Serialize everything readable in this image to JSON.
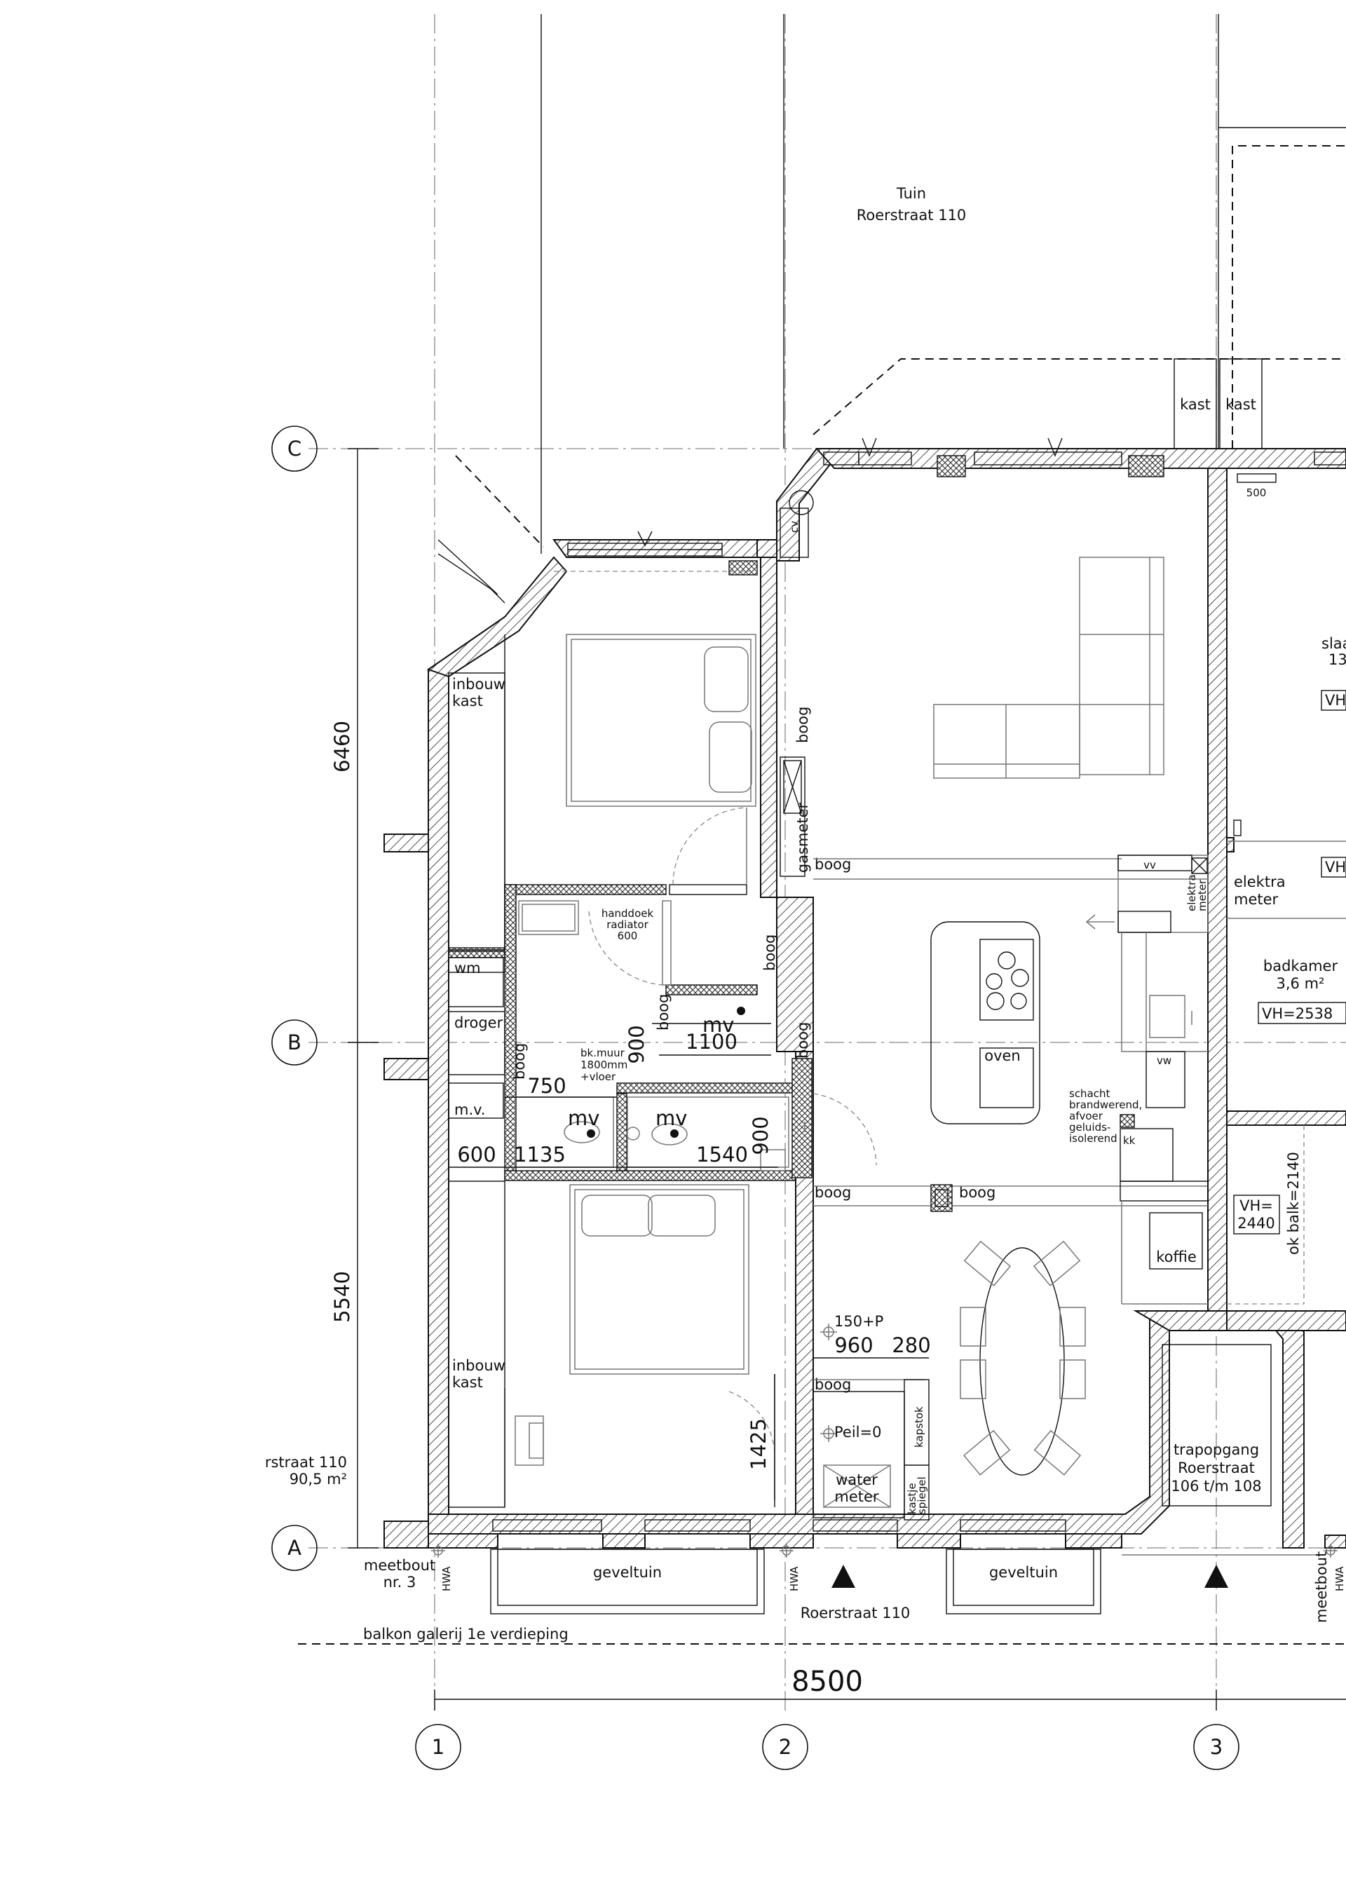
{
  "grid": {
    "rows": [
      "C",
      "B",
      "A"
    ],
    "cols": [
      "1",
      "2",
      "3"
    ]
  },
  "dims": {
    "overall": "8500",
    "upper": "6460",
    "lower": "5540",
    "d900a": "900",
    "d1100": "1100",
    "d750": "750",
    "d600": "600",
    "d1135": "1135",
    "d1540": "1540",
    "d900b": "900",
    "d960": "960",
    "d280": "280",
    "d1425": "1425",
    "d500": "500"
  },
  "labels": {
    "tuin_1": "Tuin",
    "tuin_2": "Roerstraat  110",
    "kast_1": "kast",
    "kast_2": "kast",
    "inbouwkast_top_1": "inbouw",
    "inbouwkast_top_2": "kast",
    "inbouwkast_bot_1": "inbouw",
    "inbouwkast_bot_2": "kast",
    "cv": "cv",
    "boog": "boog",
    "gasmeter": "gasmeter",
    "handdoek_1": "handdoek",
    "handdoek_2": "radiator",
    "handdoek_3": "600",
    "wm": "wm",
    "droger": "droger",
    "mv": "m.v.",
    "mv_1": "mv",
    "mv_2": "mv",
    "mv_3": "mv",
    "bkmuur_1": "bk.muur",
    "bkmuur_2": "1800mm",
    "bkmuur_3": "+vloer",
    "vv": "vv",
    "elektra_v": "elektra",
    "meter_v": "meter",
    "elektrameter_1": "elektra",
    "elektrameter_2": "meter",
    "badkamer_1": "badkamer",
    "badkamer_2": "3,6  m²",
    "vh2538": "VH=2538",
    "slaapk_1": "slaa",
    "slaapk_2": "13",
    "vh_cut_1": "VH",
    "vh_cut_2": "VH",
    "oven": "oven",
    "vw": "vw",
    "schacht_1": "schacht",
    "schacht_2": "brandwerend,",
    "schacht_3": "afvoer",
    "schacht_4": "geluids-",
    "schacht_5": "isolerend",
    "kk": "kk",
    "koffie": "koffie",
    "vh2440_1": "VH=",
    "vh2440_2": "2440",
    "okbalk": "ok  balk=2140",
    "p150": "150+P",
    "peil": "Peil=0",
    "kapstok": "kapstok",
    "kastje_1": "kastje",
    "kastje_2": "spiegel",
    "watermeter_1": "water",
    "watermeter_2": "meter",
    "trap_1": "trapopgang",
    "trap_2": "Roerstraat",
    "trap_3": "106  t/m  108",
    "roerstraat_left_1": "rstraat  110",
    "roerstraat_left_2": "90,5  m²",
    "meetbout_1": "meetbout",
    "meetbout_2": "nr.  3",
    "meetbout_right": "meetbout",
    "hwa_1": "HWA",
    "hwa_2": "HWA",
    "hwa_3": "HWA",
    "geveltuin_1": "geveltuin",
    "geveltuin_2": "geveltuin",
    "roerstraat_bottom": "Roerstraat  110",
    "balkon": "balkon  galerij  1e  verdieping"
  }
}
